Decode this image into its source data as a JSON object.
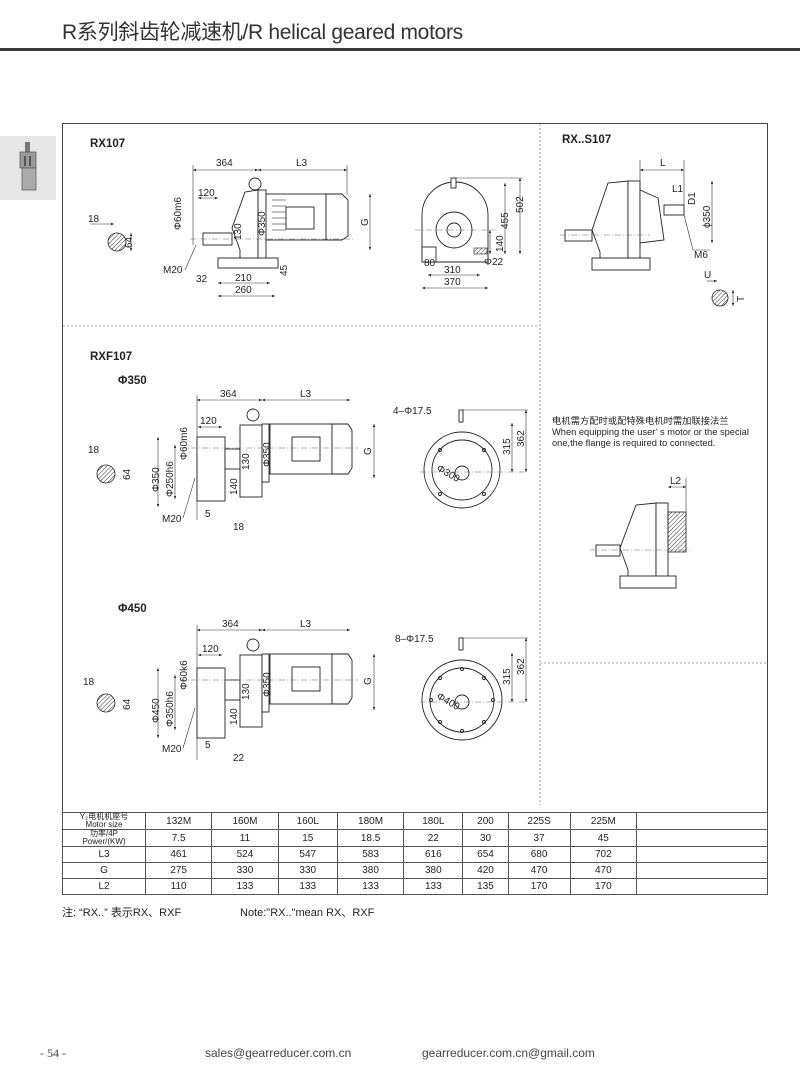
{
  "header": {
    "title": "R系列斜齿轮减速机/R helical geared motors"
  },
  "rx107": {
    "title": "RX107",
    "d364": "364",
    "L3": "L3",
    "d120": "120",
    "phi60": "Φ60m6",
    "phi350": "Φ350",
    "d130": "130",
    "G": "G",
    "d18": "18",
    "d64": "64",
    "M20": "M20",
    "d32": "32",
    "d210": "210",
    "d260": "260",
    "d45": "45",
    "d455": "455",
    "d502": "502",
    "d140": "140",
    "phi22": "Φ22",
    "d80": "80",
    "d310": "310",
    "d370": "370"
  },
  "rxs107": {
    "title": "RX..S107",
    "L": "L",
    "L1": "L1",
    "D1": "D1",
    "phi350": "ϕ350",
    "M6": "M6",
    "U": "U",
    "T": "T"
  },
  "rxf107": {
    "title": "RXF107",
    "v350": {
      "label": "Φ350",
      "d364": "364",
      "L3": "L3",
      "d120": "120",
      "phi60": "Φ60m6",
      "phi350m": "Φ350",
      "d130": "130",
      "G": "G",
      "d18": "18",
      "d64": "64",
      "phi350": "Φ350",
      "phi250": "Φ250h6",
      "d140": "140",
      "M20": "M20",
      "d5": "5",
      "d18b": "18",
      "holes": "4–Φ17.5",
      "d315": "315",
      "d362": "362",
      "pcd": "Φ300"
    },
    "v450": {
      "label": "Φ450",
      "d364": "364",
      "L3": "L3",
      "d120": "120",
      "phi60": "Φ60k6",
      "phi350m": "Φ350",
      "d130": "130",
      "G": "G",
      "d18": "18",
      "d64": "64",
      "phi450": "Φ450",
      "phi350": "Φ350h6",
      "d140": "140",
      "M20": "M20",
      "d5": "5",
      "d22": "22",
      "holes": "8–Φ17.5",
      "d315": "315",
      "d362": "362",
      "pcd": "Φ400"
    }
  },
  "flange_note": {
    "cn": "电机需方配时或配特殊电机时需加联接法兰",
    "en": "When equipping the user’ s motor or the special one,the flange is required to connected.",
    "L2": "L2"
  },
  "table": {
    "header_label": [
      "Y₂电机机座号",
      "Motor size"
    ],
    "power_label": [
      "功率/4P",
      "Power/(KW)"
    ],
    "motor_sizes": [
      "132M",
      "160M",
      "160L",
      "180M",
      "180L",
      "200",
      "225S",
      "225M"
    ],
    "power": [
      "7.5",
      "11",
      "15",
      "18.5",
      "22",
      "30",
      "37",
      "45"
    ],
    "rows": [
      {
        "label": "L3",
        "values": [
          "461",
          "524",
          "547",
          "583",
          "616",
          "654",
          "680",
          "702"
        ]
      },
      {
        "label": "G",
        "values": [
          "275",
          "330",
          "330",
          "380",
          "380",
          "420",
          "470",
          "470"
        ]
      },
      {
        "label": "L2",
        "values": [
          "110",
          "133",
          "133",
          "133",
          "133",
          "135",
          "170",
          "170"
        ]
      }
    ]
  },
  "notes": {
    "cn": "注: “RX..” 表示RX、RXF",
    "en": "Note:\"RX..\"mean RX、RXF"
  },
  "footer": {
    "page": "- 54 -",
    "email1": "sales@gearreducer.com.cn",
    "email2": "gearreducer.com.cn@gmail.com"
  }
}
